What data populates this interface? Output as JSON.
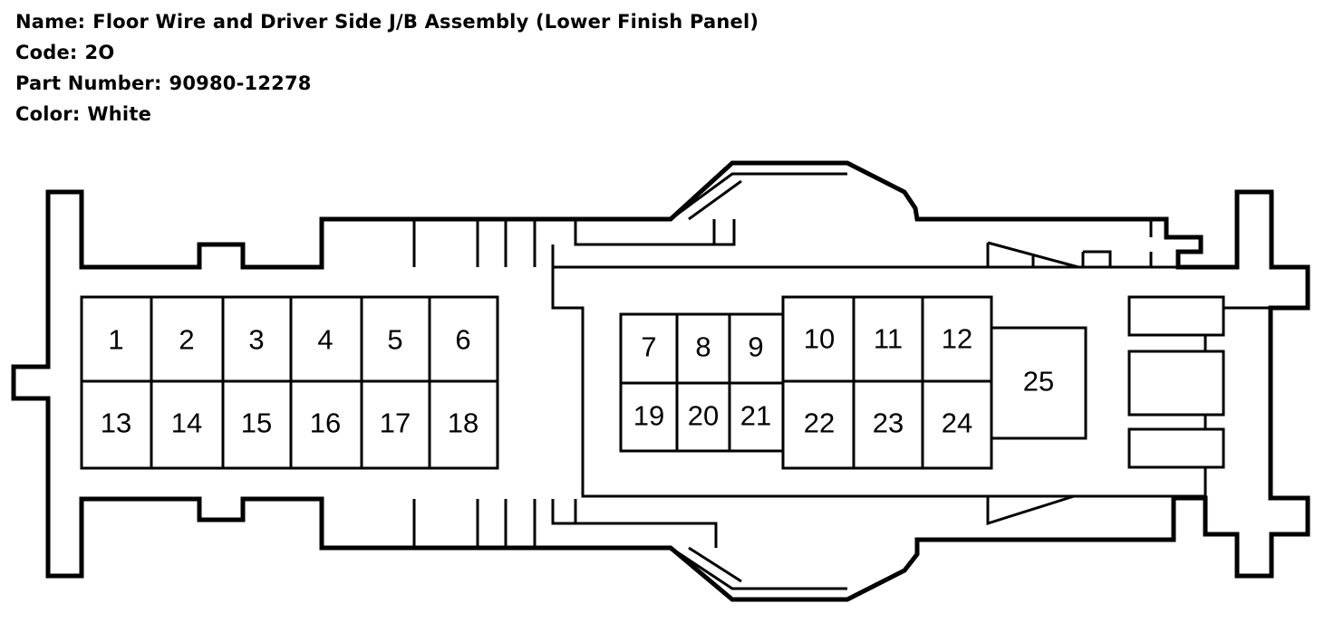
{
  "header": {
    "name_label": "Name:",
    "name_value": "Floor Wire and Driver Side J/B Assembly (Lower Finish Panel)",
    "code_label": "Code:",
    "code_value": "2O",
    "part_label": "Part Number:",
    "part_value": "90980-12278",
    "color_label": "Color:",
    "color_value": "White"
  },
  "connector": {
    "pins": [
      "1",
      "2",
      "3",
      "4",
      "5",
      "6",
      "7",
      "8",
      "9",
      "10",
      "11",
      "12",
      "13",
      "14",
      "15",
      "16",
      "17",
      "18",
      "19",
      "20",
      "21",
      "22",
      "23",
      "24",
      "25"
    ]
  }
}
